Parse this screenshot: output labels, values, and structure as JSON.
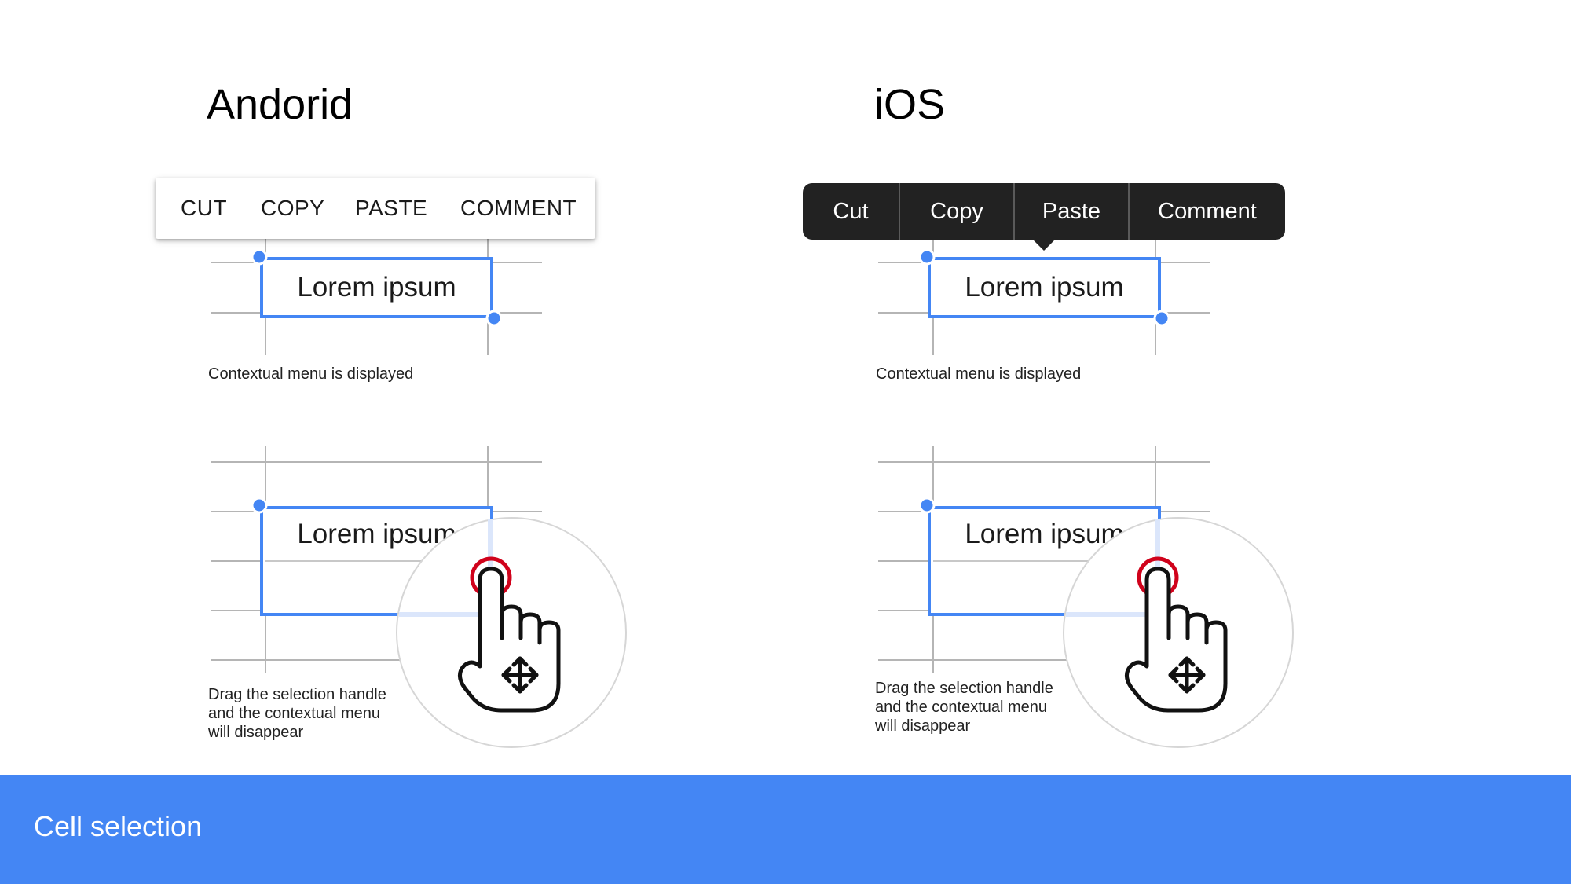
{
  "android": {
    "title": "Andorid",
    "menu": [
      "CUT",
      "COPY",
      "PASTE",
      "COMMENT"
    ],
    "cell_text_top": "Lorem ipsum",
    "caption_top": "Contextual menu is displayed",
    "cell_text_bottom": "Lorem ipsum",
    "caption_bottom": [
      "Drag the selection handle",
      "and the contextual menu",
      "will disappear"
    ]
  },
  "ios": {
    "title": "iOS",
    "menu": [
      "Cut",
      "Copy",
      "Paste",
      "Comment"
    ],
    "cell_text_top": "Lorem ipsum",
    "caption_top": "Contextual menu is displayed",
    "cell_text_bottom": "Lorem ipsum",
    "caption_bottom": [
      "Drag the selection handle",
      "and the contextual menu",
      "will disappear"
    ]
  },
  "footer": {
    "title": "Cell selection"
  },
  "colors": {
    "selection_blue": "#4486f4",
    "touch_red": "#d0021b",
    "ios_menu_bg": "#222222",
    "grid_gray": "#b5b5b5"
  },
  "icons": [
    "selection-handle-icon",
    "drag-hand-icon",
    "move-arrows-icon",
    "touch-point-icon"
  ]
}
